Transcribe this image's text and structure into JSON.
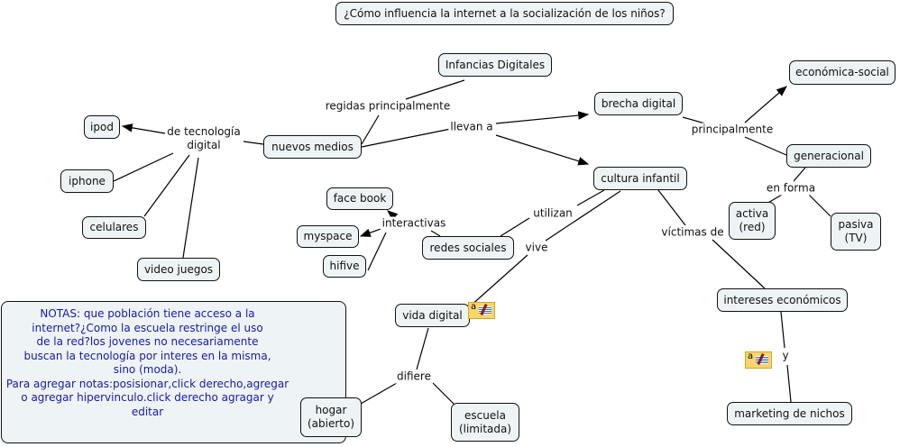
{
  "title": "¿Cómo influencia la internet a la socialización de los niños?",
  "nodes": {
    "infancias": "Infancias Digitales",
    "economica": "económica-social",
    "brecha": "brecha digital",
    "ipod": "ipod",
    "nuevos": "nuevos medios",
    "generacional": "generacional",
    "cultura": "cultura infantil",
    "iphone": "iphone",
    "facebook": "face book",
    "activa": "activa\n(red)",
    "pasiva": "pasiva\n(TV)",
    "celulares": "celulares",
    "myspace": "myspace",
    "redes": "redes sociales",
    "hifive": "hifive",
    "videojuegos": "video juegos",
    "intereses": "intereses económicos",
    "vida": "vida digital",
    "hogar": "hogar\n(abierto)",
    "escuela": "escuela\n(limitada)",
    "marketing": "marketing de nichos"
  },
  "links": {
    "regidas": "regidas principalmente",
    "llevan": "llevan a",
    "principalmente": "principalmente",
    "tecnologia": "de tecnología\ndigital",
    "enforma": "en forma",
    "utilizan": "utilizan",
    "interactivas": "interactivas",
    "victimas": "víctimas de",
    "vive": "vive",
    "difiere": "difiere",
    "y": "y"
  },
  "notes": "NOTAS: que población tiene acceso a la\ninternet?¿Como la escuela restringe el uso\nde la red?los jovenes no necesariamente\nbuscan la tecnología por interes en la misma,\nsino (moda).\n   Para agregar notas:posisionar,click derecho,agregar\n o agregar hipervinculo.click derecho agragar y editar",
  "note_icon_label": "a",
  "colors": {
    "node_fill": "#eef3f5",
    "notes_text": "#1a1aa6",
    "note_icon": "#f7d66a"
  }
}
